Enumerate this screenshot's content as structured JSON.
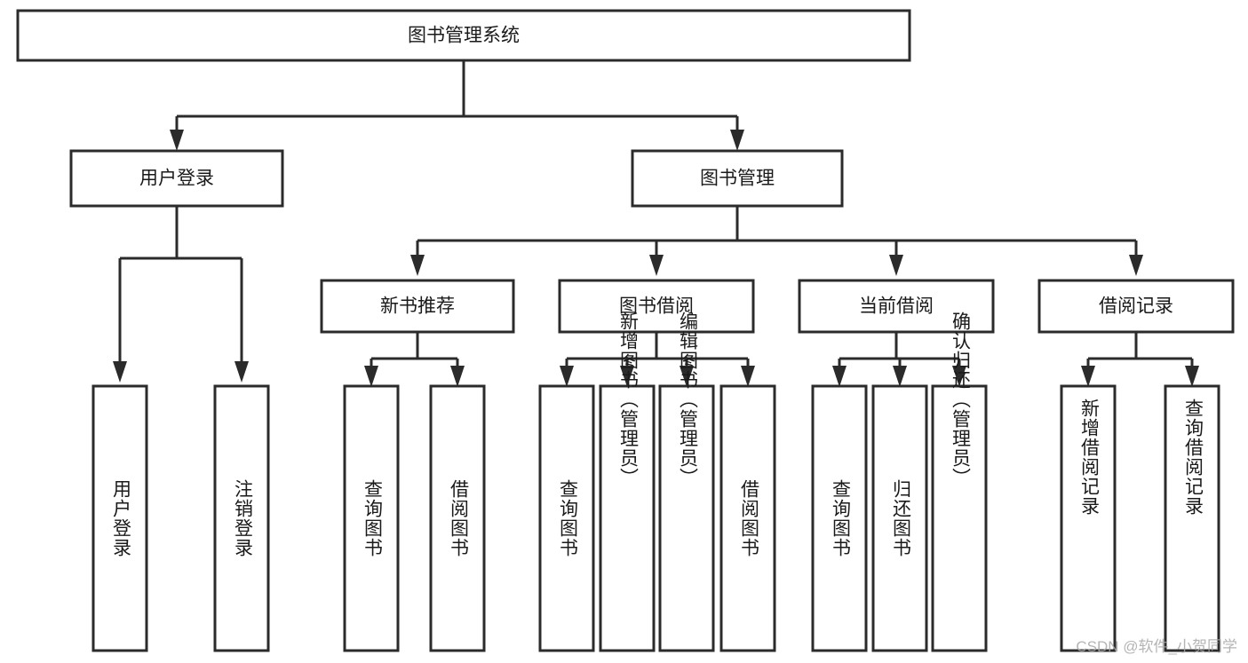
{
  "diagram": {
    "title": "图书管理系统",
    "type": "tree",
    "watermark": "CSDN @软件_小贺同学",
    "colors": {
      "stroke": "#2b2b2b",
      "fill": "#ffffff",
      "text": "#1a1a1a",
      "watermark": "#a8a8a8"
    },
    "nodes": {
      "root": {
        "label": "图书管理系统"
      },
      "level2": [
        {
          "label": "用户登录"
        },
        {
          "label": "图书管理"
        }
      ],
      "level3": [
        {
          "label": "新书推荐"
        },
        {
          "label": "图书借阅"
        },
        {
          "label": "当前借阅"
        },
        {
          "label": "借阅记录"
        }
      ],
      "leaves": {
        "user_login": [
          {
            "label": "用户登录"
          },
          {
            "label": "注销登录"
          }
        ],
        "new_book_recommend": [
          {
            "label": "查询图书"
          },
          {
            "label": "借阅图书"
          }
        ],
        "book_borrow": [
          {
            "label": "查询图书"
          },
          {
            "label": "新增图书（管理员）"
          },
          {
            "label": "编辑图书（管理员）"
          },
          {
            "label": "借阅图书"
          }
        ],
        "current_borrow": [
          {
            "label": "查询图书"
          },
          {
            "label": "归还图书"
          },
          {
            "label": "确认归还（管理员）"
          }
        ],
        "borrow_record": [
          {
            "label": "新增借阅记录"
          },
          {
            "label": "查询借阅记录"
          }
        ]
      }
    }
  }
}
